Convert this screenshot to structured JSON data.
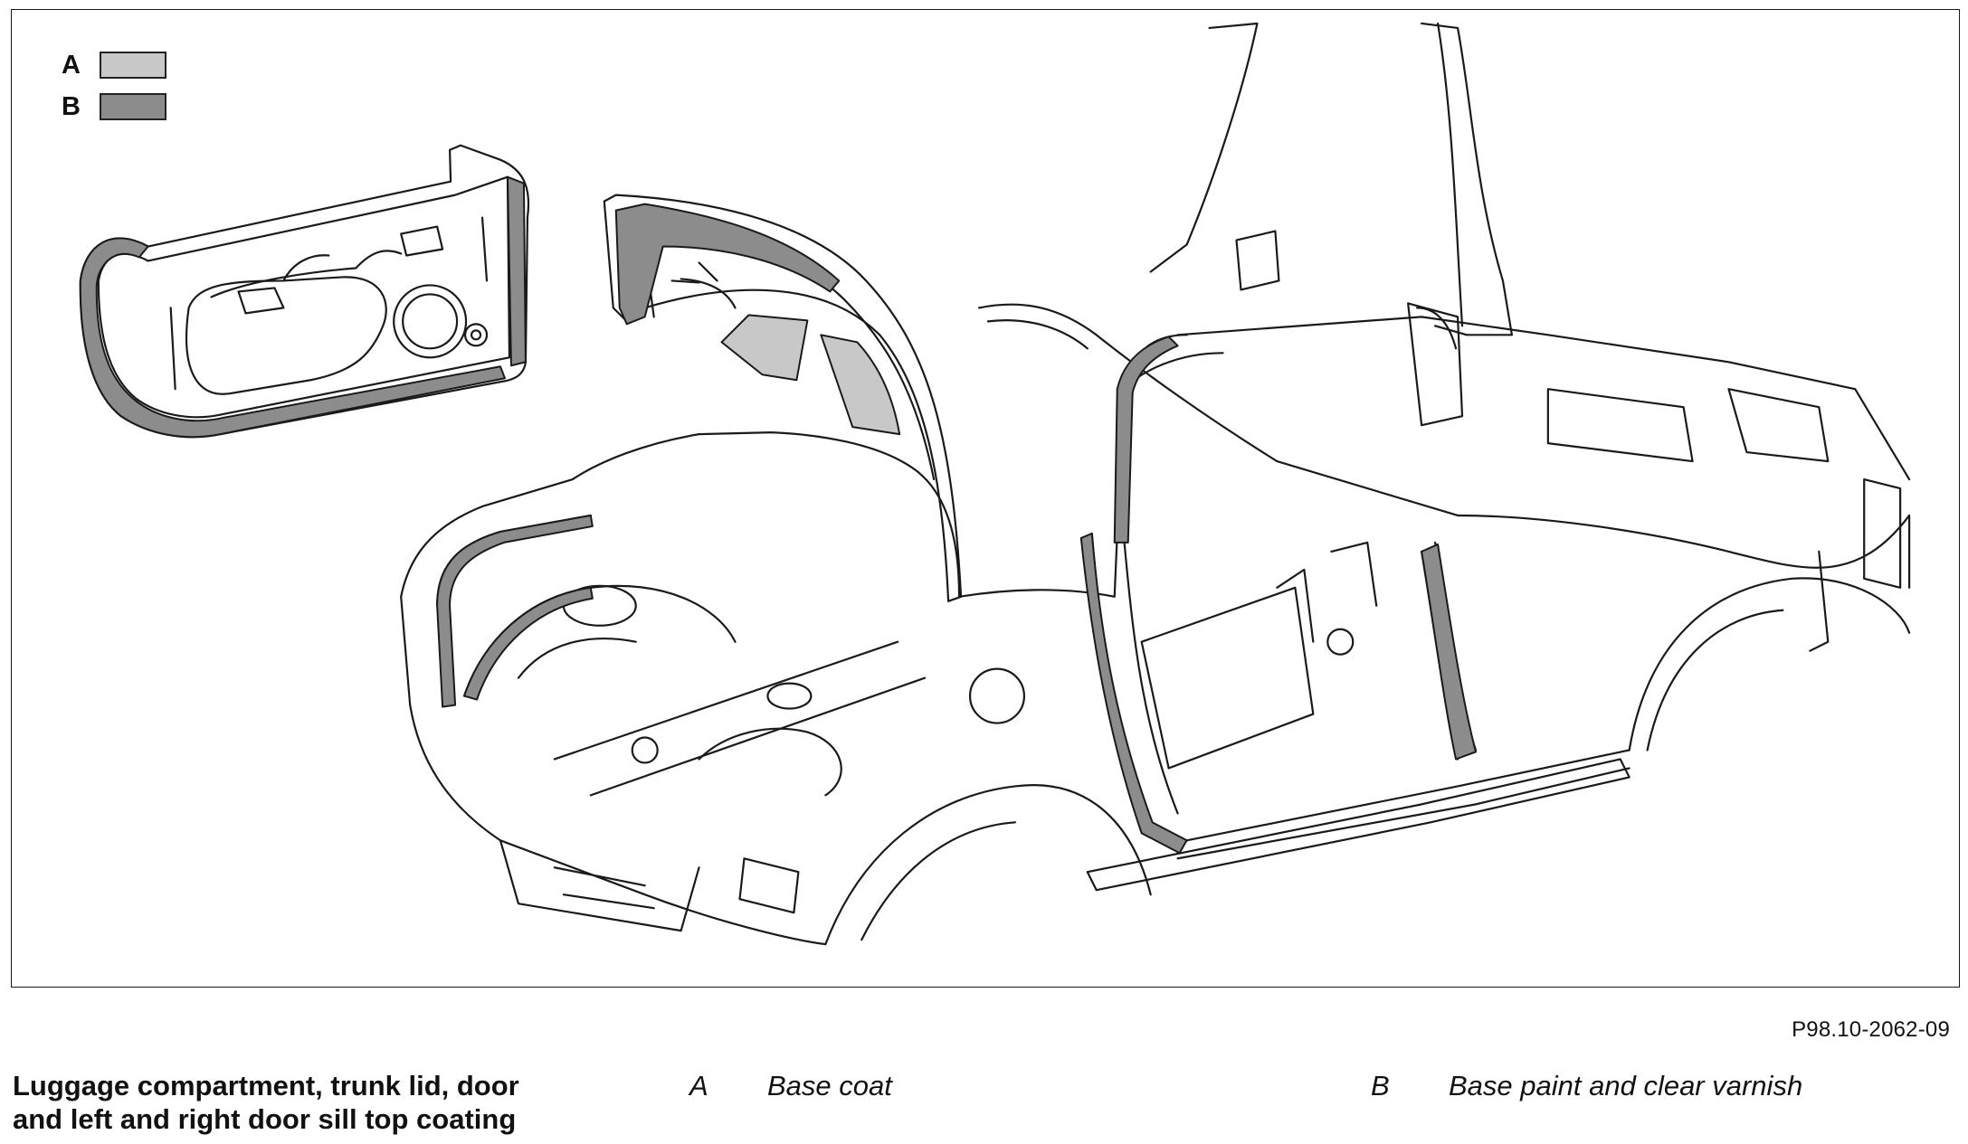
{
  "legend": {
    "items": [
      {
        "letter": "A",
        "color": "#c8c8c8"
      },
      {
        "letter": "B",
        "color": "#8c8c8c"
      }
    ]
  },
  "figure_id": "P98.10-2062-09",
  "caption": {
    "title": "Luggage compartment, trunk lid, door and left and right door sill top coating"
  },
  "key": [
    {
      "letter": "A",
      "text": "Base coat"
    },
    {
      "letter": "B",
      "text": "Base paint and clear varnish"
    }
  ],
  "colors": {
    "line": "#1a1a1a",
    "base_coat": "#c8c8c8",
    "base_paint_clear_varnish": "#8c8c8c"
  }
}
